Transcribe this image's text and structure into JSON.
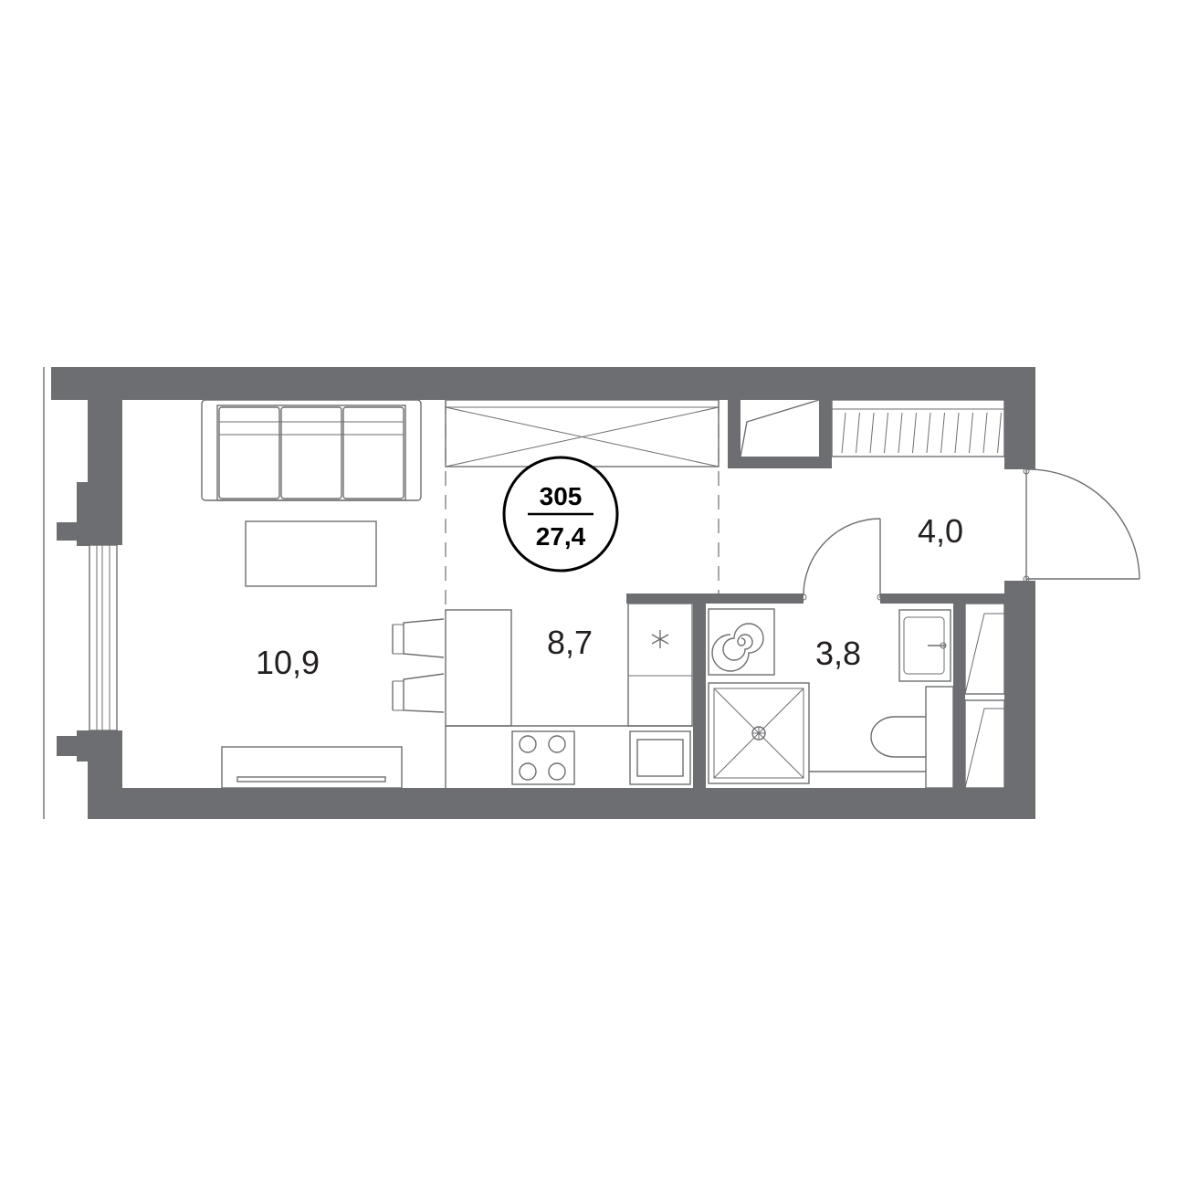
{
  "colors": {
    "wall": "#6d6e71",
    "text": "#231f20",
    "badge": "#000000"
  },
  "apartment": {
    "number": "305",
    "total_area": "27,4"
  },
  "rooms": [
    {
      "id": "living",
      "area": "10,9"
    },
    {
      "id": "kitchen",
      "area": "8,7"
    },
    {
      "id": "hall",
      "area": "4,0"
    },
    {
      "id": "bathroom",
      "area": "3,8"
    }
  ],
  "furniture_icons": [
    "sofa-icon",
    "coffee-table-icon",
    "chair-icon",
    "tv-icon",
    "wardrobe-icon",
    "stove-icon",
    "oven-icon",
    "fridge-icon",
    "washing-machine-icon",
    "shower-icon",
    "sink-icon",
    "toilet-icon",
    "closet-icon",
    "door-icon",
    "window-icon"
  ]
}
